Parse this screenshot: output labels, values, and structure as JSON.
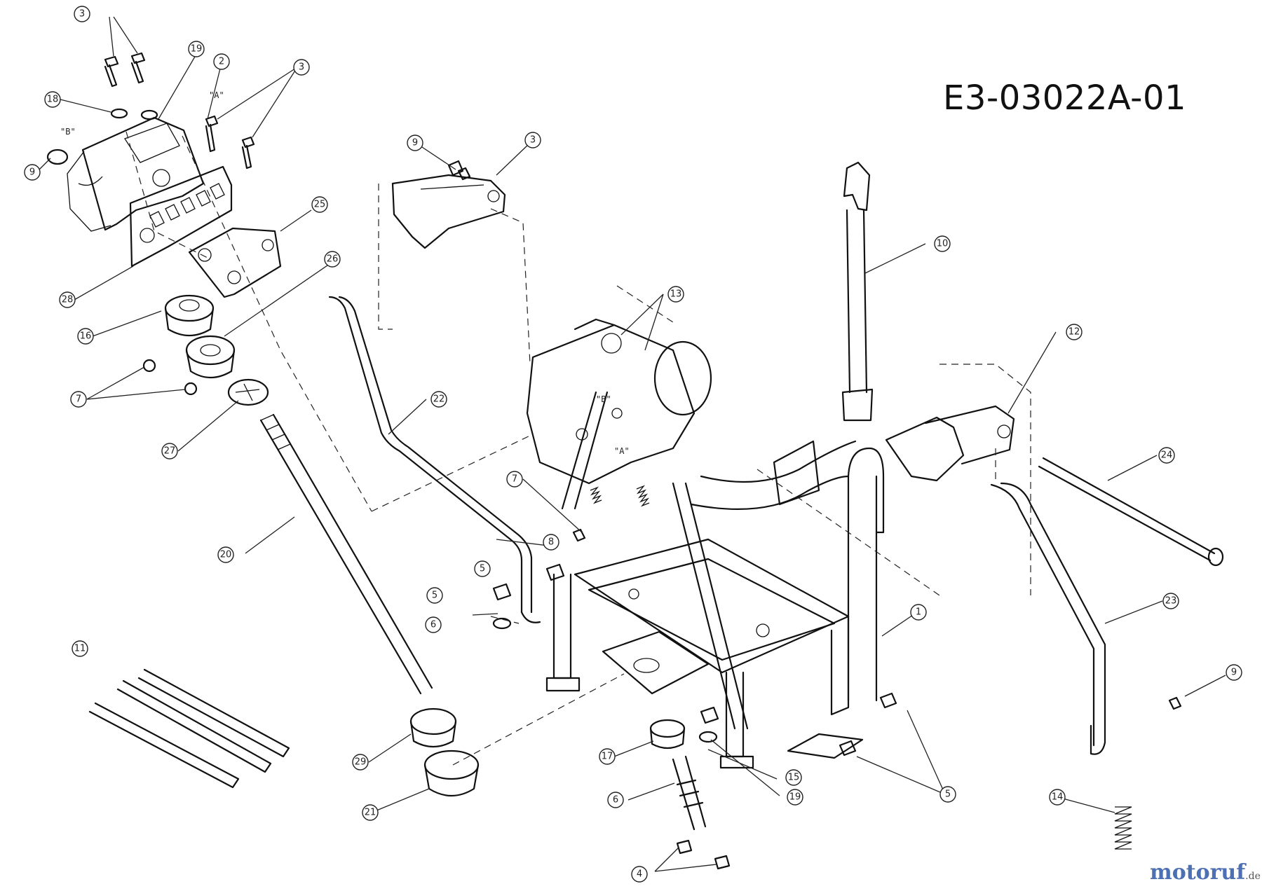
{
  "drawing_code": "E3-03022A-01",
  "watermark": {
    "logo_text": "motoruf",
    "logo_suffix": ".de",
    "brand_colors": [
      "#4d6fb3",
      "#d23b2e"
    ]
  },
  "callouts": [
    {
      "id": "3a",
      "label": "3"
    },
    {
      "id": "19a",
      "label": "19"
    },
    {
      "id": "2a",
      "label": "2"
    },
    {
      "id": "3b",
      "label": "3"
    },
    {
      "id": "18",
      "label": "18"
    },
    {
      "id": "9a",
      "label": "9"
    },
    {
      "id": "28",
      "label": "28"
    },
    {
      "id": "25a",
      "label": "25"
    },
    {
      "id": "26",
      "label": "26"
    },
    {
      "id": "16",
      "label": "16"
    },
    {
      "id": "7a",
      "label": "7"
    },
    {
      "id": "27",
      "label": "27"
    },
    {
      "id": "20",
      "label": "20"
    },
    {
      "id": "11",
      "label": "11"
    },
    {
      "id": "29",
      "label": "29"
    },
    {
      "id": "21",
      "label": "21"
    },
    {
      "id": "9b",
      "label": "9"
    },
    {
      "id": "3c",
      "label": "3"
    },
    {
      "id": "22",
      "label": "22"
    },
    {
      "id": "13",
      "label": "13"
    },
    {
      "id": "10",
      "label": "10"
    },
    {
      "id": "12",
      "label": "12"
    },
    {
      "id": "7b",
      "label": "7"
    },
    {
      "id": "8",
      "label": "8"
    },
    {
      "id": "5a",
      "label": "5"
    },
    {
      "id": "5b",
      "label": "5"
    },
    {
      "id": "6a",
      "label": "6"
    },
    {
      "id": "24",
      "label": "24"
    },
    {
      "id": "23",
      "label": "23"
    },
    {
      "id": "1",
      "label": "1"
    },
    {
      "id": "9c",
      "label": "9"
    },
    {
      "id": "17",
      "label": "17"
    },
    {
      "id": "6b",
      "label": "6"
    },
    {
      "id": "4",
      "label": "4"
    },
    {
      "id": "15",
      "label": "15"
    },
    {
      "id": "19b",
      "label": "19"
    },
    {
      "id": "5c",
      "label": "5"
    },
    {
      "id": "14",
      "label": "14"
    }
  ],
  "reference_marks": [
    {
      "id": "A1",
      "text": "\"A\""
    },
    {
      "id": "B1",
      "text": "\"B\""
    },
    {
      "id": "B2",
      "text": "\"B\""
    },
    {
      "id": "A2",
      "text": "\"A\""
    }
  ]
}
